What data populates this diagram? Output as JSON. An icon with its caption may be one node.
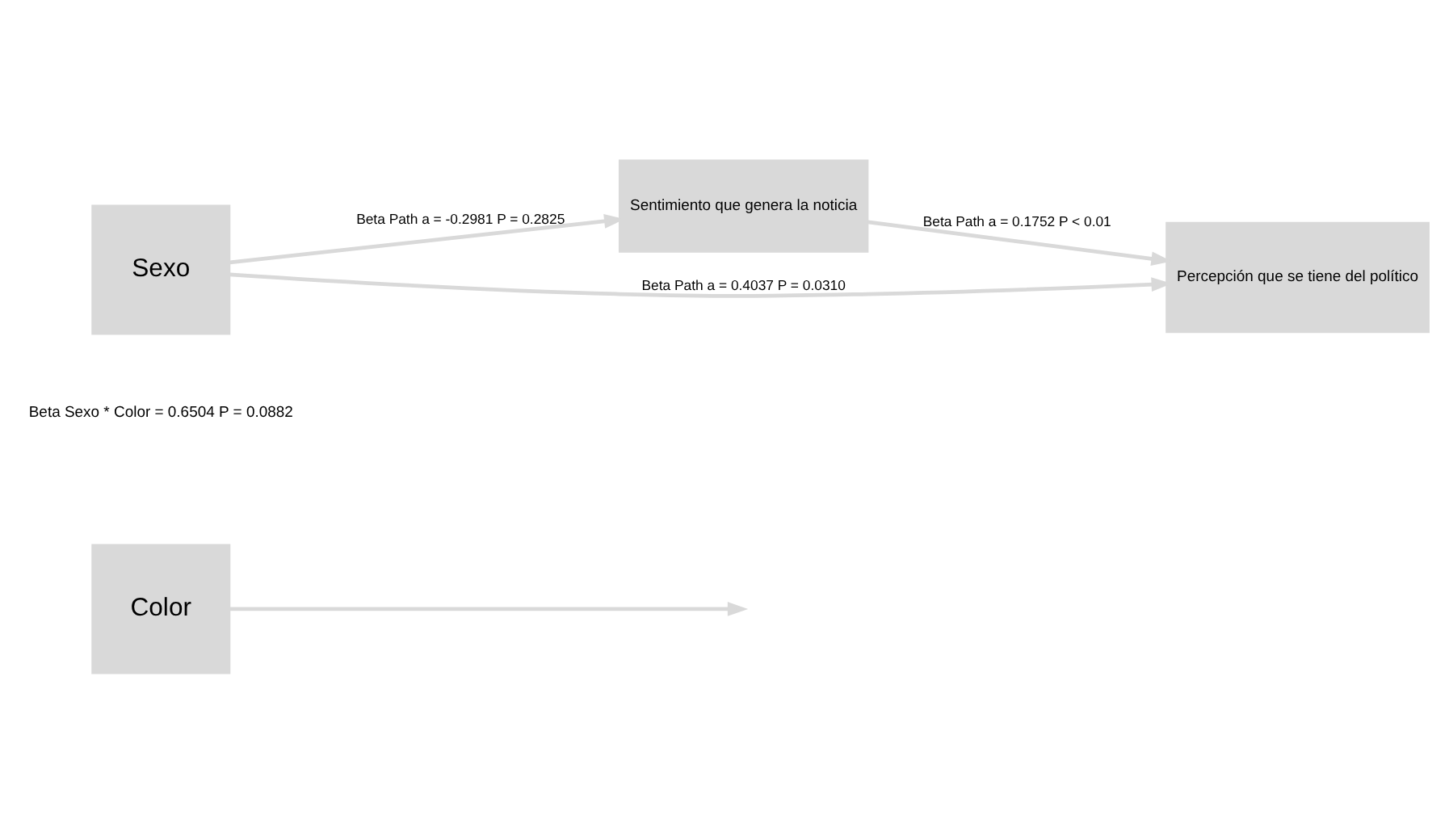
{
  "diagram": {
    "nodes": [
      {
        "text": [
          "Color"
        ]
      },
      {
        "text": [
          "Sentimiento que genera la noticia"
        ]
      },
      {
        "text": [
          "Sexo"
        ]
      },
      {
        "text": [
          "Percepción que se tiene del político"
        ]
      }
    ],
    "edges": [
      {
        "from": 0,
        "to": null,
        "arrow": "to"
      },
      {
        "from": 2,
        "to": 1,
        "arrow": "to",
        "label": "Beta Path a = -0.2981 P = 0.2825"
      },
      {
        "from": 1,
        "to": 3,
        "arrow": "to",
        "label": "Beta Path a = 0.1752 P < 0.01"
      },
      {
        "from": 2,
        "to": 3,
        "arrow": "to",
        "label": "Beta Path a = 0.4037 P = 0.0310"
      }
    ],
    "labels": [
      "Beta Sexo * Color = 0.6504 P = 0.0882"
    ]
  }
}
